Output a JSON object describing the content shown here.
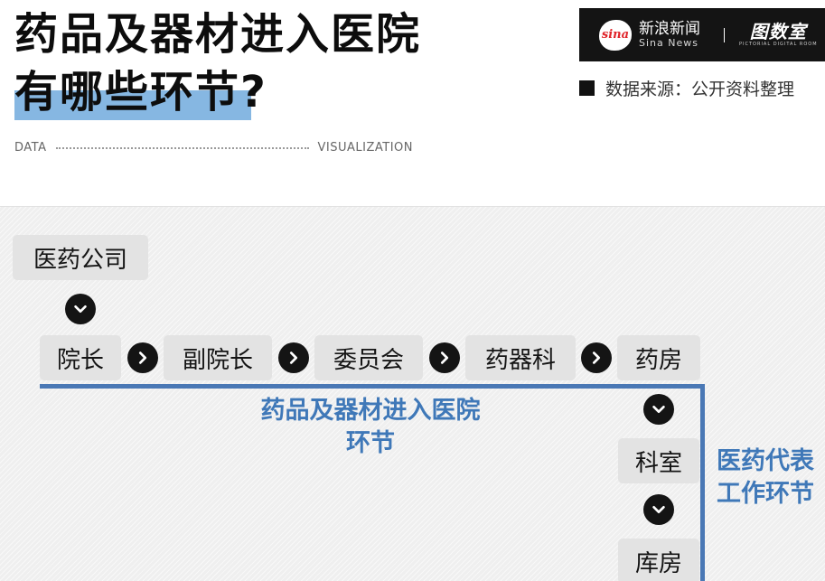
{
  "header": {
    "title_line1": "药品及器材进入医院",
    "title_line2": "有哪些环节?",
    "data_label": "DATA",
    "viz_label": "VISUALIZATION"
  },
  "brand": {
    "sina_logo_text": "sina",
    "name_cn": "新浪新闻",
    "name_en": "Sina News",
    "room_name": "图数室",
    "room_sub": "PICTORIAL DIGITAL ROOM"
  },
  "source": {
    "text": "数据来源：公开资料整理"
  },
  "diagram": {
    "top_node": "医药公司",
    "chain": [
      "院长",
      "副院长",
      "委员会",
      "药器科",
      "药房"
    ],
    "vertical_chain": [
      "科室",
      "库房"
    ],
    "label_hospital_line1": "药品及器材进入医院",
    "label_hospital_line2": "环节",
    "label_rep_line1": "医药代表",
    "label_rep_line2": "工作环节",
    "accent_color": "#4a78b5",
    "arrow_icon": "chevron-circle-icon"
  }
}
